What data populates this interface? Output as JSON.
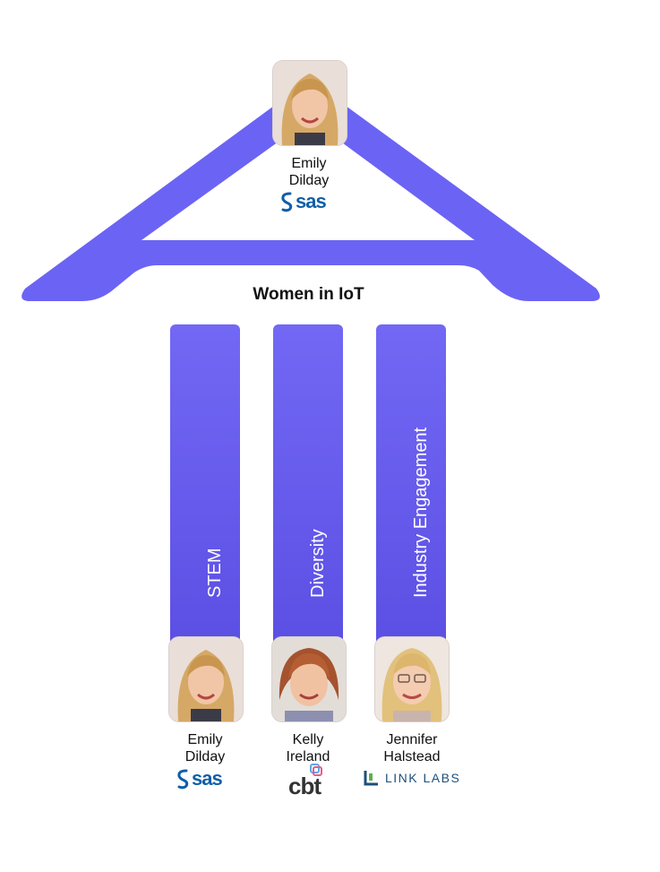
{
  "title": "Women in IoT",
  "colors": {
    "primary": "#6b63f4",
    "pillar_top": "#7268f4",
    "pillar_bottom": "#5a4ee3",
    "sas_blue": "#0f5fa8",
    "linklabs_blue": "#1c4f7a",
    "linklabs_green": "#5bb24c"
  },
  "roof_person": {
    "first": "Emily",
    "last": "Dilday",
    "logo": "SAS"
  },
  "pillars": [
    {
      "label": "STEM"
    },
    {
      "label": "Diversity"
    },
    {
      "label": "Industry Engagement"
    }
  ],
  "people": [
    {
      "first": "Emily",
      "last": "Dilday",
      "logo": "SAS",
      "logo_icon": "sas-s-icon"
    },
    {
      "first": "Kelly",
      "last": "Ireland",
      "logo": "cbt",
      "logo_icon": "cbt-bubble-icon"
    },
    {
      "first": "Jennifer",
      "last": "Halstead",
      "logo": "LINK LABS",
      "logo_icon": "link-labs-mark-icon"
    }
  ]
}
